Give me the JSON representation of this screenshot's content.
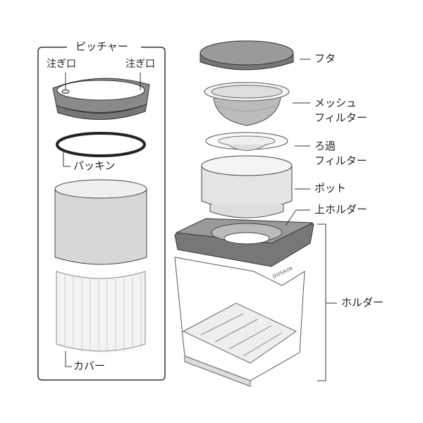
{
  "pitcher": {
    "title": "ピッチャー",
    "spout_left": "注ぎ口",
    "spout_right": "注ぎ口",
    "packing": "パッキン",
    "cover": "カバー"
  },
  "right": {
    "lid": "フタ",
    "mesh_filter_line1": "メッシュ",
    "mesh_filter_line2": "フィルター",
    "filtration_line1": "ろ過",
    "filtration_line2": "フィルター",
    "pot": "ポット",
    "upper_holder": "上ホルダー",
    "holder": "ホルダー"
  },
  "brand_logo": "DUSKIN"
}
